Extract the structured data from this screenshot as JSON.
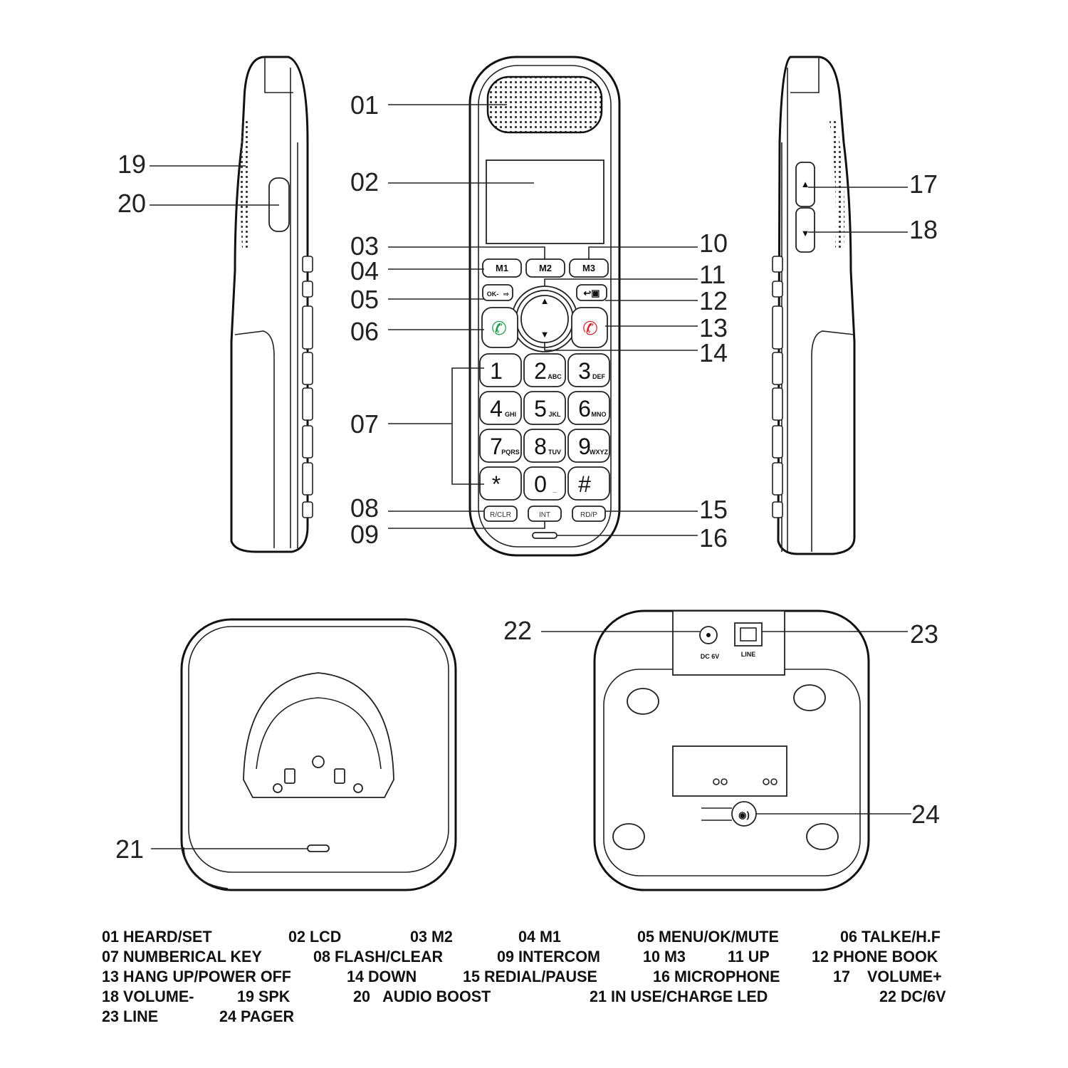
{
  "callouts": {
    "c01": "01",
    "c02": "02",
    "c03": "03",
    "c04": "04",
    "c05": "05",
    "c06": "06",
    "c07": "07",
    "c08": "08",
    "c09": "09",
    "c10": "10",
    "c11": "11",
    "c12": "12",
    "c13": "13",
    "c14": "14",
    "c15": "15",
    "c16": "16",
    "c17": "17",
    "c18": "18",
    "c19": "19",
    "c20": "20",
    "c21": "21",
    "c22": "22",
    "c23": "23",
    "c24": "24"
  },
  "buttons": {
    "m1": "M1",
    "m2": "M2",
    "m3": "M3",
    "ok": "OK-",
    "rclr": "R/CLR",
    "int": "INT",
    "rdp": "RD/P"
  },
  "keypad": [
    {
      "digit": "1",
      "sub": ""
    },
    {
      "digit": "2",
      "sub": "ABC"
    },
    {
      "digit": "3",
      "sub": "DEF"
    },
    {
      "digit": "4",
      "sub": "GHI"
    },
    {
      "digit": "5",
      "sub": "JKL"
    },
    {
      "digit": "6",
      "sub": "MNO"
    },
    {
      "digit": "7",
      "sub": "PQRS"
    },
    {
      "digit": "8",
      "sub": "TUV"
    },
    {
      "digit": "9",
      "sub": "WXYZ"
    },
    {
      "digit": "*",
      "sub": ""
    },
    {
      "digit": "0",
      "sub": "_"
    },
    {
      "digit": "#",
      "sub": ""
    }
  ],
  "base_labels": {
    "dc": "DC 6V",
    "line": "LINE"
  },
  "legend": [
    [
      "01 HEARD/SET",
      "02 LCD",
      "03 M2",
      "04 M1",
      "05 MENU/OK/MUTE",
      "06 TALKE/H.F"
    ],
    [
      "07 NUMBERICAL KEY",
      "08 FLASH/CLEAR",
      "09 INTERCOM",
      "10 M3",
      "11 UP",
      "12 PHONE BOOK"
    ],
    [
      "13 HANG UP/POWER OFF",
      "14 DOWN",
      "15 REDIAL/PAUSE",
      "16 MICROPHONE",
      "17    VOLUME+"
    ],
    [
      "18 VOLUME-",
      "19 SPK",
      "20   AUDIO BOOST",
      "21 IN USE/CHARGE LED",
      "22 DC/6V"
    ],
    [
      "23 LINE",
      "24 PAGER"
    ]
  ],
  "colors": {
    "talk": "#1f9a4a",
    "hangup": "#d8232a"
  }
}
